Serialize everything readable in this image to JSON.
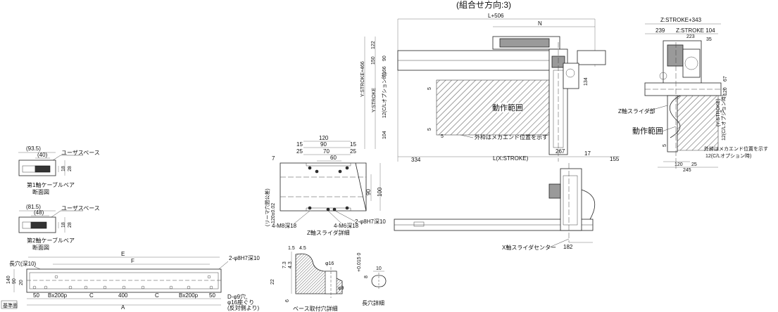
{
  "header": {
    "direction_note": "(組合せ方向:3)"
  },
  "cable1": {
    "dim_outer": "(93.5)",
    "dim_inner": "(40)",
    "label_space": "ユーザスペース",
    "dim_h1": "18",
    "dim_h2": "28",
    "title1": "第1軸ケーブルベア",
    "title2": "断面図"
  },
  "cable2": {
    "dim_outer": "(81.5)",
    "dim_inner": "(48)",
    "label_space": "ユーザスペース",
    "dim_h1": "18",
    "dim_h2": "28",
    "title1": "第2軸ケーブルベア",
    "title2": "断面図"
  },
  "base": {
    "dim_E": "E",
    "dim_F": "F",
    "slot_label": "長穴(深10)",
    "pin_label": "2-φ8H7深10",
    "dim_140": "140",
    "dim_90": "90",
    "dim_20": "20",
    "bottom_labels": [
      "50",
      "Bx200p",
      "C",
      "400",
      "C",
      "Bx200p",
      "50"
    ],
    "dim_A": "A",
    "datum": "基準面",
    "hole_note1": "D-φ9穴,",
    "hole_note2": "φ16座ぐり",
    "hole_note3": "(反対側より)"
  },
  "zslider": {
    "d120": "120",
    "d15a": "15",
    "d90": "90",
    "d15b": "15",
    "d25a": "25",
    "d70": "70",
    "d25b": "25",
    "d60": "60",
    "d7": "7",
    "d90v": "90",
    "d100v": "100",
    "ream1": "(リーマ穴間公差)",
    "ream2": "120±0.02",
    "m8": "4-M8深18",
    "m6": "4-M6深18",
    "pin": "2-φ8H7深10",
    "title": "Z軸スライダ詳細"
  },
  "basehole": {
    "d15": "1.5",
    "d45": "4.5",
    "d73": "7.3",
    "d43": "4.3",
    "d22": "22",
    "d6": "6",
    "d16": "φ16",
    "d9": "φ9",
    "title": "ベース取付穴詳細"
  },
  "slotdetail": {
    "d10": "10",
    "d8": "8",
    "tol": "+0.015 0",
    "title": "長穴詳細"
  },
  "front": {
    "L506": "L+506",
    "N": "N",
    "d122": "122",
    "d150": "150",
    "d90": "90",
    "d166": "166",
    "d5a": "5",
    "ystroke466": "Y:STROKE+466",
    "ystroke": "Y:STROKE",
    "cl_option": "12(C/Lオプション時)",
    "d134": "134",
    "d5b": "5",
    "d104": "104",
    "d5c": "5",
    "motion": "動作範囲",
    "outer": "外枠はメカエンド位置を示す",
    "d334": "334",
    "lx": "L(X:STROKE)",
    "d267": "267",
    "d17": "17",
    "d155": "155",
    "d182": "182",
    "xcenter": "X軸スライダセンター"
  },
  "side": {
    "zstroke": "Z:STROKE+343",
    "d239": "239",
    "zs104": "Z:STROKE 104",
    "d223": "223",
    "d35": "35",
    "d67": "67",
    "d120v": "120",
    "d5": "5",
    "ys": "(Y:STROKE)",
    "cl": "12(C/Lオプション時)",
    "zlabel": "Z軸スライダ部",
    "motion": "動作範囲",
    "outer": "外枠はメカエンド位置を示す",
    "cl2": "12(C/Lオプション時)",
    "d120h": "120",
    "d25": "25",
    "d245": "245"
  }
}
